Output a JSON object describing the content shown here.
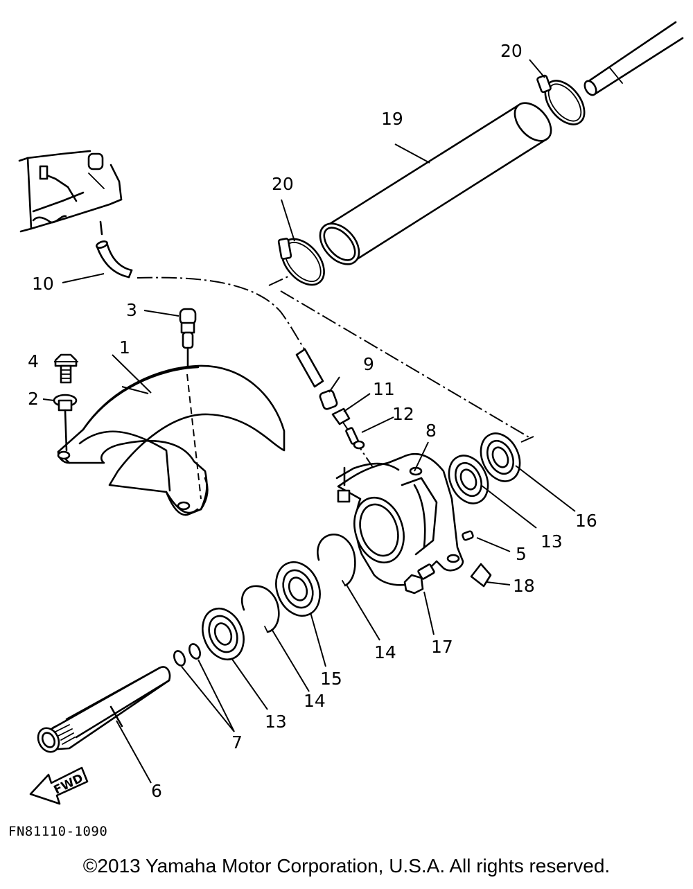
{
  "diagram": {
    "callouts": [
      {
        "id": "c1",
        "label": "1"
      },
      {
        "id": "c2",
        "label": "2"
      },
      {
        "id": "c3",
        "label": "3"
      },
      {
        "id": "c4",
        "label": "4"
      },
      {
        "id": "c5",
        "label": "5"
      },
      {
        "id": "c6",
        "label": "6"
      },
      {
        "id": "c7",
        "label": "7"
      },
      {
        "id": "c8",
        "label": "8"
      },
      {
        "id": "c9",
        "label": "9"
      },
      {
        "id": "c10",
        "label": "10"
      },
      {
        "id": "c11",
        "label": "11"
      },
      {
        "id": "c12",
        "label": "12"
      },
      {
        "id": "c13a",
        "label": "13"
      },
      {
        "id": "c13b",
        "label": "13"
      },
      {
        "id": "c14a",
        "label": "14"
      },
      {
        "id": "c14b",
        "label": "14"
      },
      {
        "id": "c15",
        "label": "15"
      },
      {
        "id": "c16",
        "label": "16"
      },
      {
        "id": "c17",
        "label": "17"
      },
      {
        "id": "c18",
        "label": "18"
      },
      {
        "id": "c19",
        "label": "19"
      },
      {
        "id": "c20a",
        "label": "20"
      },
      {
        "id": "c20b",
        "label": "20"
      }
    ],
    "fwd_label": "FWD",
    "drawing_code": "FN81110-1090"
  },
  "copyright": "©2013 Yamaha Motor Corporation, U.S.A. All rights reserved."
}
